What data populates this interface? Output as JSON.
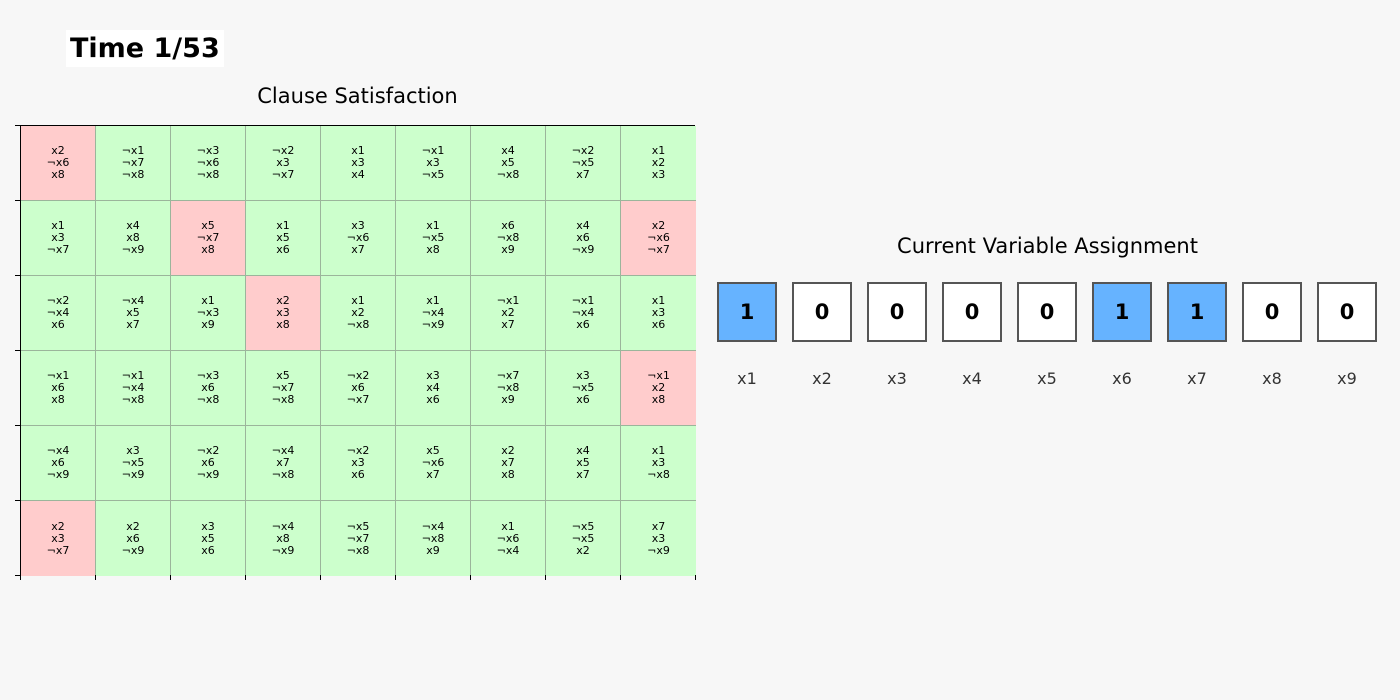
{
  "time_label": "Time 1/53",
  "grid_title": "Clause Satisfaction",
  "assignment_title": "Current Variable Assignment",
  "colors": {
    "background": "#f7f7f7",
    "satisfied": "#ccffcc",
    "unsatisfied": "#ffcccc",
    "true_value": "#66b3ff",
    "false_value": "#ffffff",
    "box_border": "#555555"
  },
  "clauses": [
    [
      {
        "text": "x2\n¬x6\nx8",
        "satisfied": false
      },
      {
        "text": "¬x1\n¬x7\n¬x8",
        "satisfied": true
      },
      {
        "text": "¬x3\n¬x6\n¬x8",
        "satisfied": true
      },
      {
        "text": "¬x2\nx3\n¬x7",
        "satisfied": true
      },
      {
        "text": "x1\nx3\nx4",
        "satisfied": true
      },
      {
        "text": "¬x1\nx3\n¬x5",
        "satisfied": true
      },
      {
        "text": "x4\nx5\n¬x8",
        "satisfied": true
      },
      {
        "text": "¬x2\n¬x5\nx7",
        "satisfied": true
      },
      {
        "text": "x1\nx2\nx3",
        "satisfied": true
      }
    ],
    [
      {
        "text": "x1\nx3\n¬x7",
        "satisfied": true
      },
      {
        "text": "x4\nx8\n¬x9",
        "satisfied": true
      },
      {
        "text": "x5\n¬x7\nx8",
        "satisfied": false
      },
      {
        "text": "x1\nx5\nx6",
        "satisfied": true
      },
      {
        "text": "x3\n¬x6\nx7",
        "satisfied": true
      },
      {
        "text": "x1\n¬x5\nx8",
        "satisfied": true
      },
      {
        "text": "x6\n¬x8\nx9",
        "satisfied": true
      },
      {
        "text": "x4\nx6\n¬x9",
        "satisfied": true
      },
      {
        "text": "x2\n¬x6\n¬x7",
        "satisfied": false
      }
    ],
    [
      {
        "text": "¬x2\n¬x4\nx6",
        "satisfied": true
      },
      {
        "text": "¬x4\nx5\nx7",
        "satisfied": true
      },
      {
        "text": "x1\n¬x3\nx9",
        "satisfied": true
      },
      {
        "text": "x2\nx3\nx8",
        "satisfied": false
      },
      {
        "text": "x1\nx2\n¬x8",
        "satisfied": true
      },
      {
        "text": "x1\n¬x4\n¬x9",
        "satisfied": true
      },
      {
        "text": "¬x1\nx2\nx7",
        "satisfied": true
      },
      {
        "text": "¬x1\n¬x4\nx6",
        "satisfied": true
      },
      {
        "text": "x1\nx3\nx6",
        "satisfied": true
      }
    ],
    [
      {
        "text": "¬x1\nx6\nx8",
        "satisfied": true
      },
      {
        "text": "¬x1\n¬x4\n¬x8",
        "satisfied": true
      },
      {
        "text": "¬x3\nx6\n¬x8",
        "satisfied": true
      },
      {
        "text": "x5\n¬x7\n¬x8",
        "satisfied": true
      },
      {
        "text": "¬x2\nx6\n¬x7",
        "satisfied": true
      },
      {
        "text": "x3\nx4\nx6",
        "satisfied": true
      },
      {
        "text": "¬x7\n¬x8\nx9",
        "satisfied": true
      },
      {
        "text": "x3\n¬x5\nx6",
        "satisfied": true
      },
      {
        "text": "¬x1\nx2\nx8",
        "satisfied": false
      }
    ],
    [
      {
        "text": "¬x4\nx6\n¬x9",
        "satisfied": true
      },
      {
        "text": "x3\n¬x5\n¬x9",
        "satisfied": true
      },
      {
        "text": "¬x2\nx6\n¬x9",
        "satisfied": true
      },
      {
        "text": "¬x4\nx7\n¬x8",
        "satisfied": true
      },
      {
        "text": "¬x2\nx3\nx6",
        "satisfied": true
      },
      {
        "text": "x5\n¬x6\nx7",
        "satisfied": true
      },
      {
        "text": "x2\nx7\nx8",
        "satisfied": true
      },
      {
        "text": "x4\nx5\nx7",
        "satisfied": true
      },
      {
        "text": "x1\nx3\n¬x8",
        "satisfied": true
      }
    ],
    [
      {
        "text": "x2\nx3\n¬x7",
        "satisfied": false
      },
      {
        "text": "x2\nx6\n¬x9",
        "satisfied": true
      },
      {
        "text": "x3\nx5\nx6",
        "satisfied": true
      },
      {
        "text": "¬x4\nx8\n¬x9",
        "satisfied": true
      },
      {
        "text": "¬x5\n¬x7\n¬x8",
        "satisfied": true
      },
      {
        "text": "¬x4\n¬x8\nx9",
        "satisfied": true
      },
      {
        "text": "x1\n¬x6\n¬x4",
        "satisfied": true
      },
      {
        "text": "¬x5\n¬x5\nx2",
        "satisfied": true
      },
      {
        "text": "x7\nx3\n¬x9",
        "satisfied": true
      }
    ]
  ],
  "variables": [
    {
      "name": "x1",
      "value": "1"
    },
    {
      "name": "x2",
      "value": "0"
    },
    {
      "name": "x3",
      "value": "0"
    },
    {
      "name": "x4",
      "value": "0"
    },
    {
      "name": "x5",
      "value": "0"
    },
    {
      "name": "x6",
      "value": "1"
    },
    {
      "name": "x7",
      "value": "1"
    },
    {
      "name": "x8",
      "value": "0"
    },
    {
      "name": "x9",
      "value": "0"
    }
  ]
}
